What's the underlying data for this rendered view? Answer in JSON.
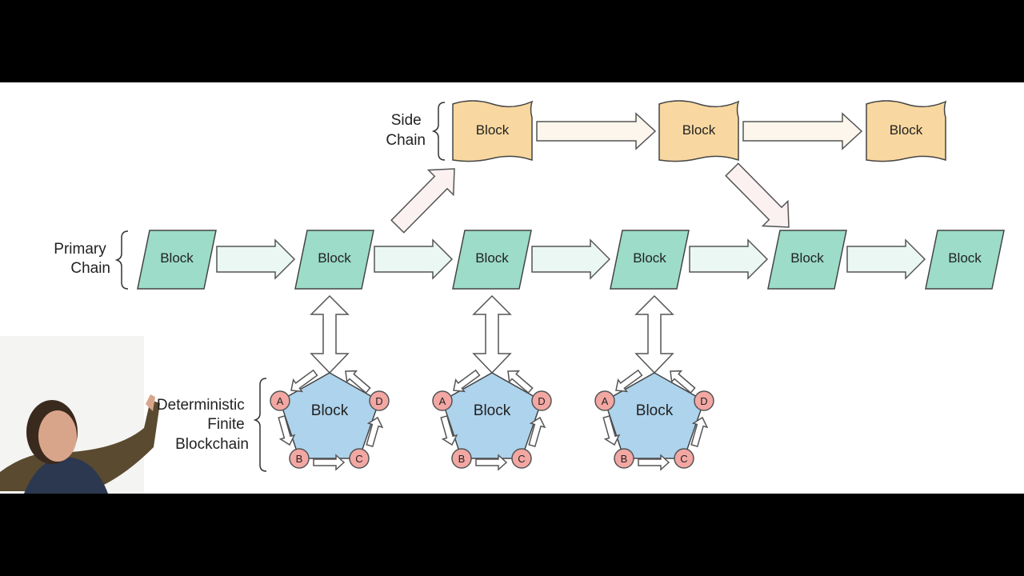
{
  "labels": {
    "side_chain": [
      "Side",
      "Chain"
    ],
    "primary_chain": [
      "Primary",
      "Chain"
    ],
    "dfb": [
      "Deterministic",
      "Finite",
      "Blockchain"
    ]
  },
  "block_label": "Block",
  "primary_chain": {
    "count": 6,
    "color": "#9cdcc8"
  },
  "side_chain": {
    "count": 3,
    "color": "#f8d8a0"
  },
  "dfb_nodes": [
    "A",
    "B",
    "C",
    "D"
  ],
  "dfb_count": 3,
  "colors": {
    "pentagon": "#aed3ec",
    "node": "#f3a7a3",
    "arrow_primary": "#eaf7f2",
    "arrow_side": "#fdf6ec",
    "arrow_diag": "#fbf1f1"
  }
}
